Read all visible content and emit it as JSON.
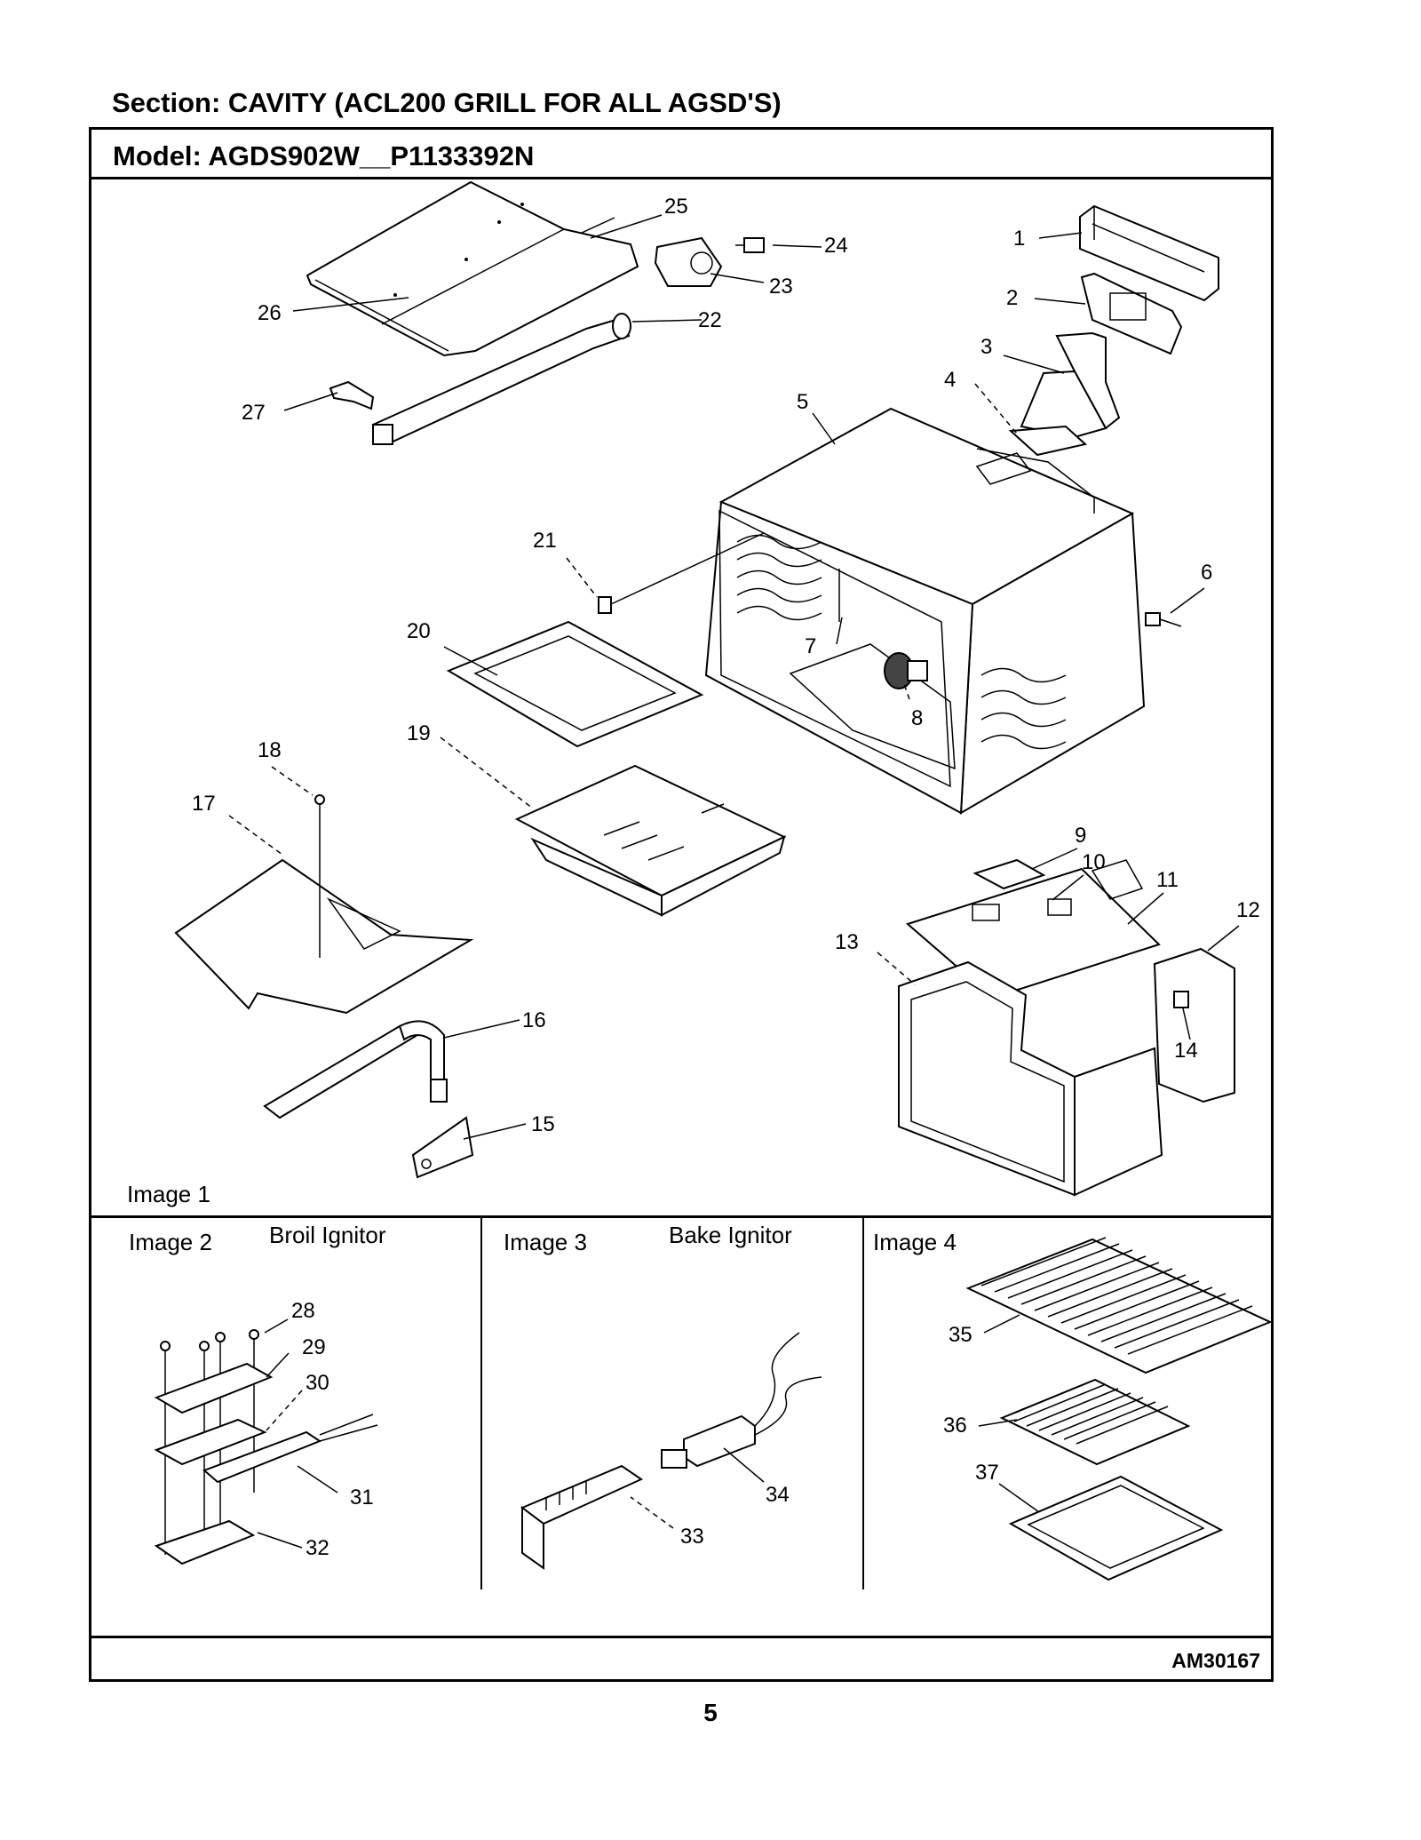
{
  "header": {
    "section": "Section:  CAVITY (ACL200 GRILL FOR ALL AGSD'S)",
    "model": "Model:  AGDS902W__P1133392N"
  },
  "panels": {
    "image1": {
      "label": "Image 1"
    },
    "image2": {
      "label": "Image 2",
      "caption": "Broil Ignitor"
    },
    "image3": {
      "label": "Image 3",
      "caption": "Bake Ignitor"
    },
    "image4": {
      "label": "Image 4"
    }
  },
  "callouts": {
    "c1": "1",
    "c2": "2",
    "c3": "3",
    "c4": "4",
    "c5": "5",
    "c6": "6",
    "c7": "7",
    "c8": "8",
    "c9": "9",
    "c10": "10",
    "c11": "11",
    "c12": "12",
    "c13": "13",
    "c14": "14",
    "c15": "15",
    "c16": "16",
    "c17": "17",
    "c18": "18",
    "c19": "19",
    "c20": "20",
    "c21": "21",
    "c22": "22",
    "c23": "23",
    "c24": "24",
    "c25": "25",
    "c26": "26",
    "c27": "27",
    "c28": "28",
    "c29": "29",
    "c30": "30",
    "c31": "31",
    "c32": "32",
    "c33": "33",
    "c34": "34",
    "c35": "35",
    "c36": "36",
    "c37": "37"
  },
  "footer": {
    "doc_id": "AM30167",
    "page_number": "5"
  }
}
